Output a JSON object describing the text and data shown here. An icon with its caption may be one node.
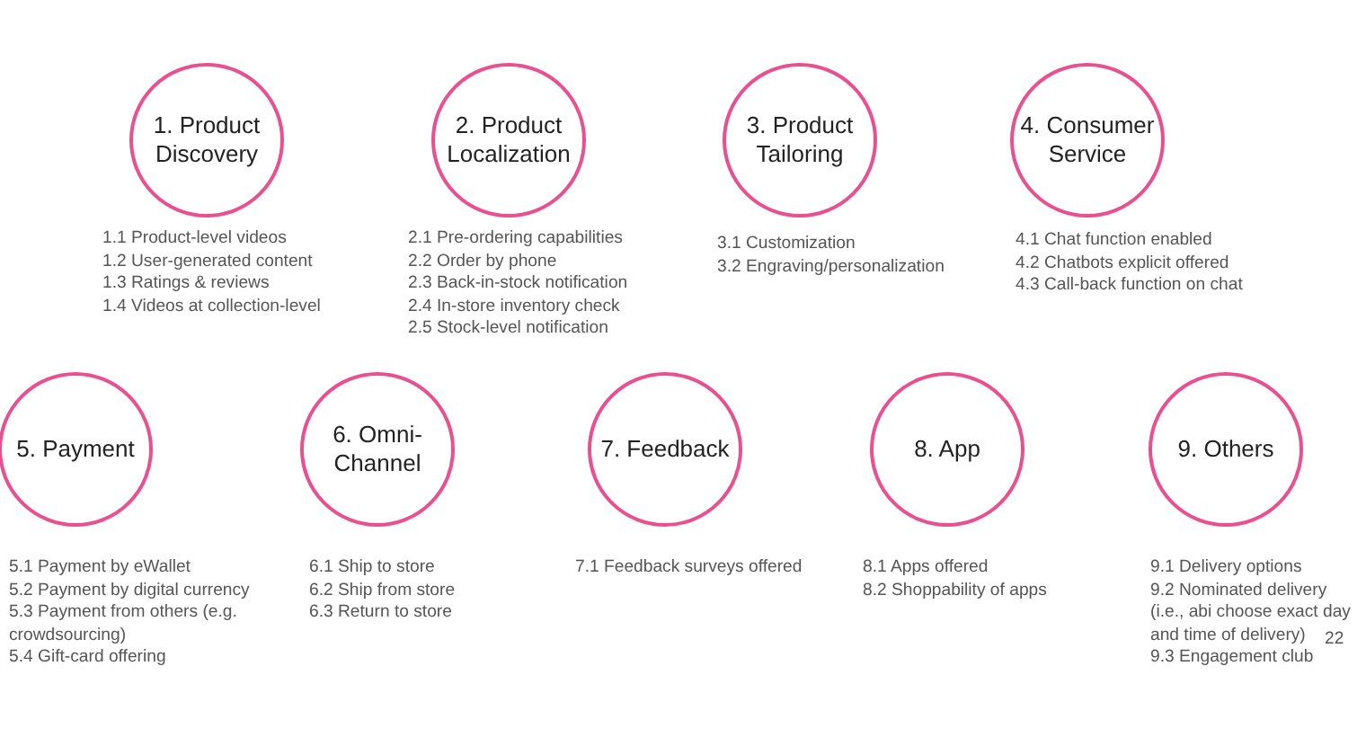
{
  "diagram": {
    "nodes": [
      {
        "text": [
          "1. Product Discovery"
        ],
        "beside": [
          "1.1 Product-level videos",
          "1.2 User-generated content",
          "1.3 Ratings & reviews",
          "1.4 Videos at collection-level"
        ]
      },
      {
        "text": [
          "2. Product Localization"
        ],
        "beside": [
          "2.1 Pre-ordering capabilities",
          "2.2 Order by phone",
          "2.3 Back-in-stock notification",
          "2.4 In-store inventory check",
          "2.5 Stock-level notification"
        ]
      },
      {
        "text": [
          "3. Product Tailoring"
        ],
        "beside": [
          "3.1 Customization",
          "3.2 Engraving/personalization"
        ]
      },
      {
        "text": [
          "4. Consumer Service"
        ],
        "beside": [
          "4.1 Chat function enabled",
          "4.2  Chatbots explicit offered",
          "4.3 Call-back function on chat"
        ]
      },
      {
        "text": [
          "5. Payment"
        ],
        "beside": [
          "5.1 Payment by eWallet",
          "5.2 Payment by digital currency",
          "5.3 Payment from others (e.g. crowdsourcing)",
          "5.4 Gift-card offering"
        ]
      },
      {
        "text": [
          "6. Omni-Channel"
        ],
        "beside": [
          "6.1 Ship to store",
          "6.2  Ship from store",
          "6.3  Return to store"
        ]
      },
      {
        "text": [
          "7.  Feedback"
        ],
        "beside": [
          "7.1 Feedback surveys offered"
        ]
      },
      {
        "text": [
          "8. App"
        ],
        "beside": [
          "8.1 Apps offered",
          "8.2  Shoppability of apps"
        ]
      },
      {
        "text": [
          "9. Others"
        ],
        "beside": [
          "9.1 Delivery options",
          "9.2 Nominated delivery (i.e., abi choose exact day and time of delivery)",
          "9.3 Engagement club"
        ]
      }
    ],
    "edges": [],
    "labels": [
      "22"
    ]
  }
}
